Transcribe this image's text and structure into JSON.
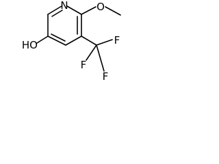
{
  "structure": {
    "atoms": {
      "ring_nitrogen": "N",
      "ether_oxygen": "O",
      "hydroxyl": "HO",
      "fluorine_top": "F",
      "fluorine_left": "F",
      "fluorine_right": "F"
    },
    "colors": {
      "bond": "#000000",
      "label": "#000000",
      "background": "#ffffff"
    }
  }
}
